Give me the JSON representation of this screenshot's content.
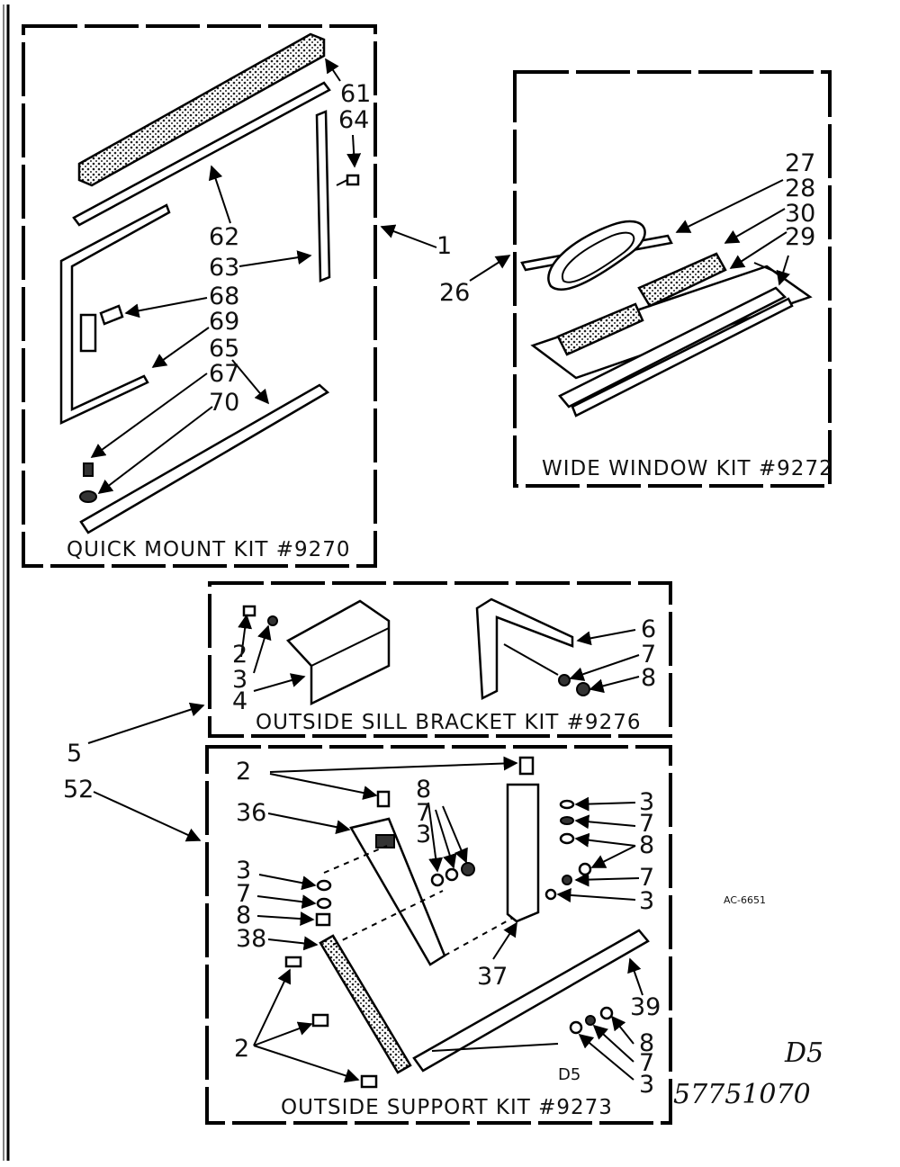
{
  "kits": {
    "quick_mount": "QUICK MOUNT KIT #9270",
    "wide_window": "WIDE WINDOW KIT #9272",
    "sill_bracket": "OUTSIDE SILL BRACKET KIT #9276",
    "support": "OUTSIDE SUPPORT KIT #9273"
  },
  "callouts": {
    "p61": "61",
    "p64": "64",
    "p62": "62",
    "p63": "63",
    "p68": "68",
    "p69": "69",
    "p65": "65",
    "p67": "67",
    "p70": "70",
    "p1": "1",
    "p26": "26",
    "p27": "27",
    "p28": "28",
    "p30": "30",
    "p29": "29",
    "p2a": "2",
    "p3a": "3",
    "p4": "4",
    "p6": "6",
    "p7a": "7",
    "p8a": "8",
    "p5": "5",
    "p52": "52",
    "p2b": "2",
    "p36": "36",
    "p8b": "8",
    "p7b": "7",
    "p3b": "3",
    "p3c": "3",
    "p7c": "7",
    "p8c": "8",
    "p38": "38",
    "p3d": "3",
    "p7d": "7",
    "p8d": "8",
    "p7e": "7",
    "p3e": "3",
    "p37": "37",
    "p39": "39",
    "p2c": "2",
    "p8e": "8",
    "p7f": "7",
    "p3f": "3"
  },
  "codes": {
    "drawing_code": "AC-6651",
    "inner_code": "D5",
    "hand_code": "D5",
    "model_number": "57751070"
  }
}
